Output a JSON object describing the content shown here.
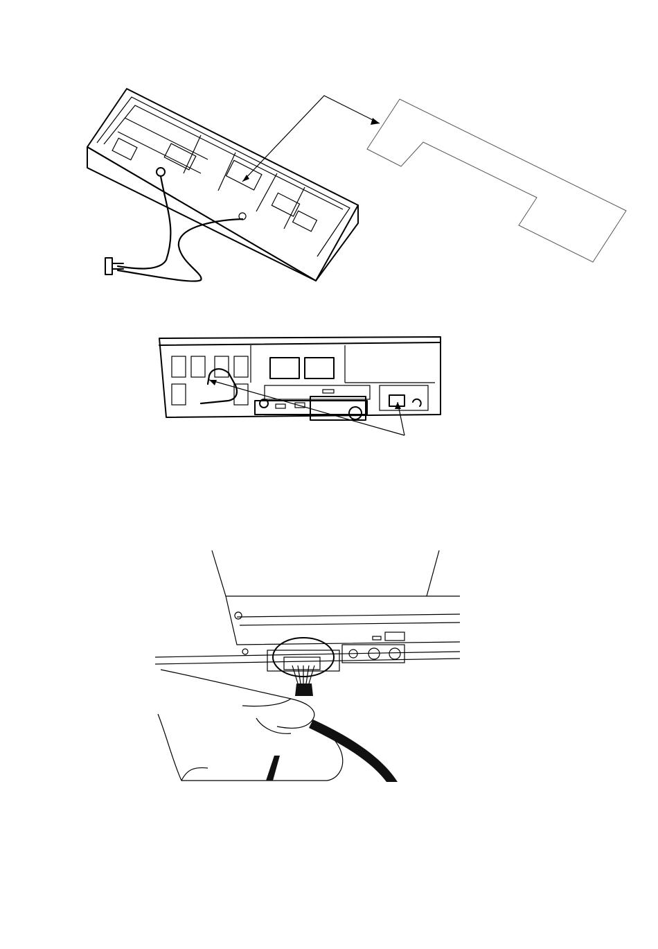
{
  "figures": [
    {
      "id": "top-bezel-with-label",
      "kind": "line-illustration"
    },
    {
      "id": "front-panel-rear-view",
      "kind": "line-illustration"
    },
    {
      "id": "connector-plug-in",
      "kind": "line-illustration"
    }
  ],
  "colors": {
    "ink": "#000000",
    "paper": "#ffffff",
    "cable": "#111111",
    "label_outline": "#666666"
  }
}
